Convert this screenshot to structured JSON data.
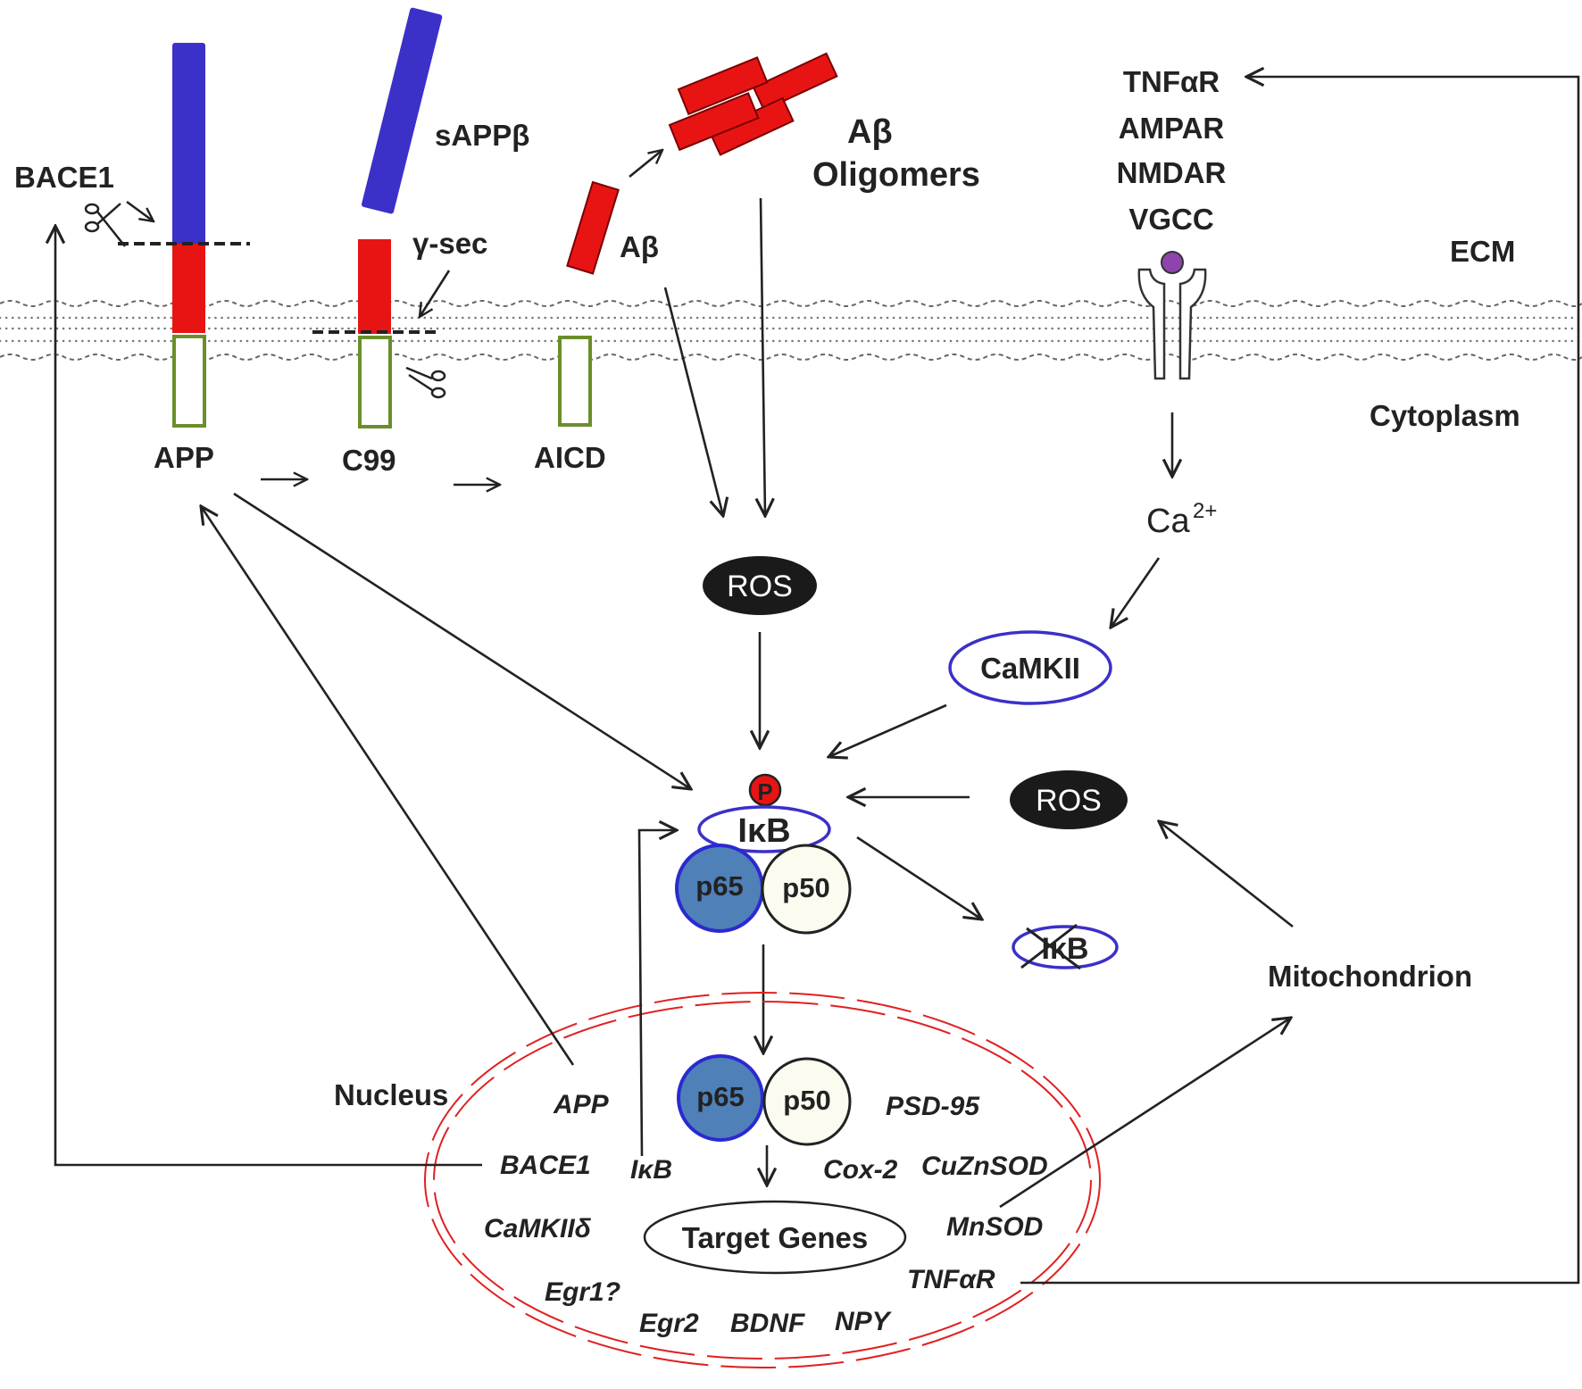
{
  "colors": {
    "n_terminal": "#3b30c8",
    "abeta": "#e81414",
    "aicd": "#6a8f2a",
    "ros_fill": "#1a1a1a",
    "ellipse_outline": "#3b30c8",
    "p65_fill": "#4f80b8",
    "p50_fill": "#fbfbef",
    "phospho": "#e81414",
    "nucleus_outline": "#e02020",
    "receptor_ligand": "#8e44ad"
  },
  "labels": {
    "bace1_top": "BACE1",
    "sappb": "sAPPβ",
    "gamma_sec": "γ-sec",
    "abeta": "Aβ",
    "abeta_oligo_1": "Aβ",
    "abeta_oligo_2": "Oligomers",
    "receptors": [
      "TNFαR",
      "AMPAR",
      "NMDAR",
      "VGCC"
    ],
    "ecm": "ECM",
    "cytoplasm": "Cytoplasm",
    "app": "APP",
    "c99": "C99",
    "aicd": "AICD",
    "ros_top": "ROS",
    "ca": "Ca",
    "ca_sup": "2+",
    "camkii": "CaMKII",
    "phospho": "P",
    "ikb": "IκB",
    "p65_cyto": "p65",
    "p50_cyto": "p50",
    "ros_right": "ROS",
    "ikb_degraded": "IκB",
    "mitochondrion": "Mitochondrion",
    "nucleus": "Nucleus",
    "p65_nuc": "p65",
    "p50_nuc": "p50",
    "target_genes": "Target Genes"
  },
  "genes": {
    "app": "APP",
    "psd95": "PSD-95",
    "bace1": "BACE1",
    "ikb": "IκB",
    "cox2": "Cox-2",
    "cuznsod": "CuZnSOD",
    "camkiid": "CaMKIIδ",
    "mnsod": "MnSOD",
    "tnfar": "TNFαR",
    "egr1": "Egr1?",
    "egr2": "Egr2",
    "bdnf": "BDNF",
    "npy": "NPY"
  }
}
